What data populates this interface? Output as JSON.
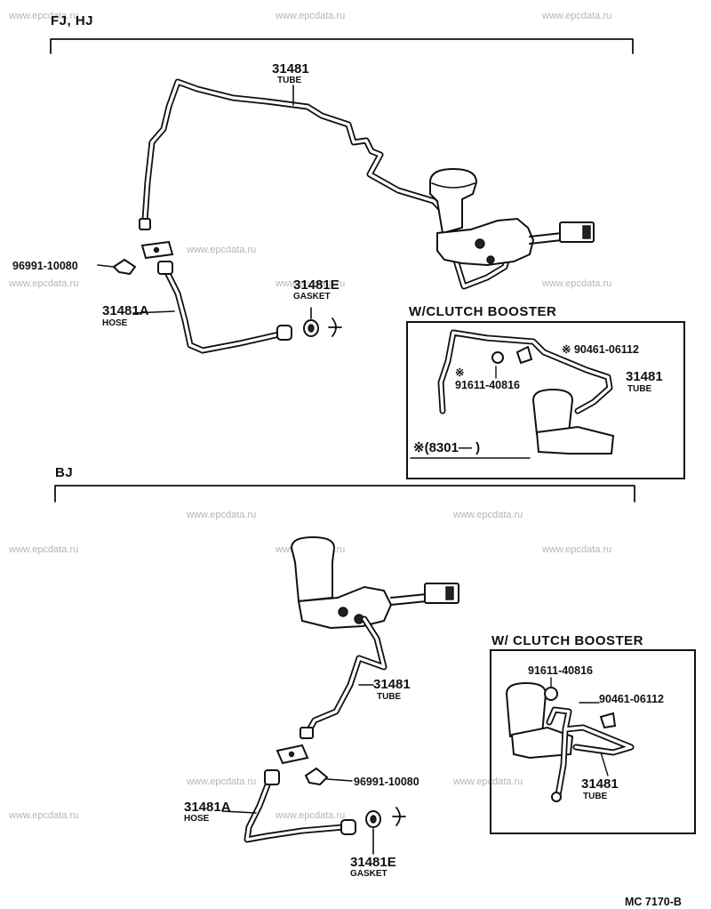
{
  "watermark": "www.epcdata.ru",
  "sections": {
    "top": {
      "title": "FJ, HJ"
    },
    "bottom": {
      "title": "BJ"
    }
  },
  "top_labels": {
    "tube_no": "31481",
    "tube_name": "TUBE",
    "clip_no": "96991-10080",
    "hose_no": "31481A",
    "hose_name": "HOSE",
    "gasket_no": "31481E",
    "gasket_name": "GASKET"
  },
  "top_booster": {
    "title": "W/CLUTCH  BOOSTER",
    "clip_no": "※ 90461-06112",
    "bolt_mark": "※",
    "bolt_no": "91611-40816",
    "tube_no": "31481",
    "tube_name": "TUBE",
    "note": "※(8301—        )"
  },
  "bottom_labels": {
    "tube_no": "31481",
    "tube_name": "TUBE",
    "clip_no": "96991-10080",
    "hose_no": "31481A",
    "hose_name": "HOSE",
    "gasket_no": "31481E",
    "gasket_name": "GASKET"
  },
  "bottom_booster": {
    "title": "W/ CLUTCH  BOOSTER",
    "bolt_no": "91611-40816",
    "clip_no": "90461-06112",
    "tube_no": "31481",
    "tube_name": "TUBE"
  },
  "page_code": "MC  7170-B"
}
